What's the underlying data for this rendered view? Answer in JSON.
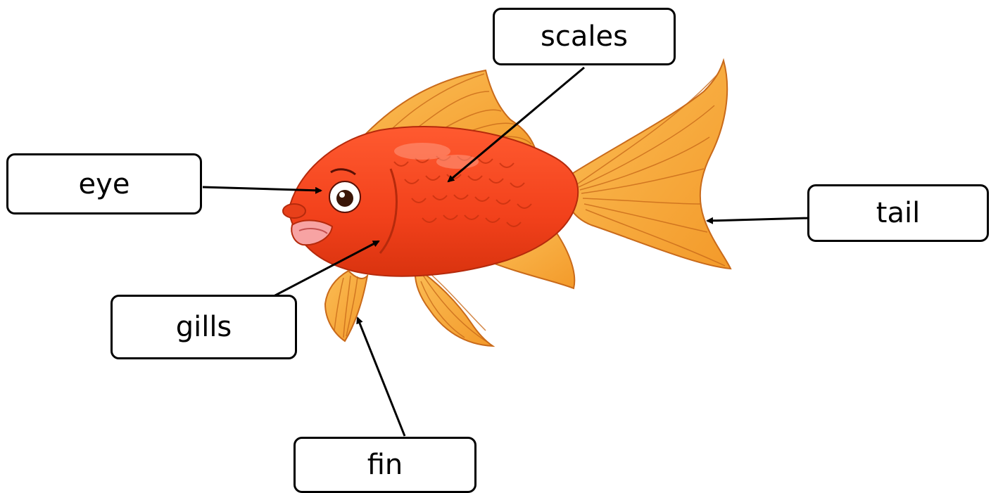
{
  "labels": {
    "scales": "scales",
    "eye": "eye",
    "tail": "tail",
    "gills": "gills",
    "fin": "fin"
  },
  "colors": {
    "body": "#f2411b",
    "body_dark": "#d9330f",
    "body_light": "#ff6a45",
    "fin": "#f6a030",
    "fin_light": "#fbbd55",
    "fin_stroke": "#c96a1a",
    "arrow": "#000000"
  }
}
